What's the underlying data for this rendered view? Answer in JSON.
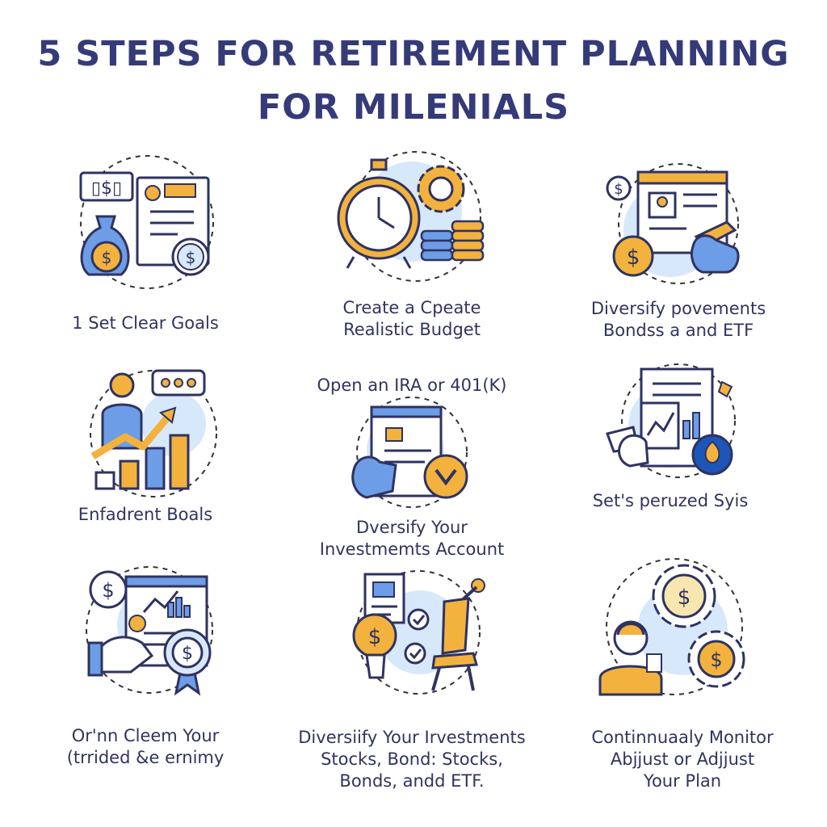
{
  "title_line1": "5 STEPS FOR RETIREMENT PLANNING",
  "title_line2": "FOR MILENIALS",
  "steps": [
    {
      "lines": [
        "1 Set Clear Goals"
      ],
      "icon": "money-bag-checklist-icon"
    },
    {
      "lines": [
        "Create a Cpeate",
        "Realistic Budget"
      ],
      "icon": "clock-gear-coins-icon"
    },
    {
      "lines": [
        "Diversify povements",
        "Bondss a and ETF"
      ],
      "icon": "document-hand-coin-icon"
    },
    {
      "lines": [
        "Enfadrent Boals"
      ],
      "icon": "person-growth-chart-icon"
    },
    {
      "heading": "Open an IRA  or 401(K)",
      "lines": [
        "Dversify Your",
        "Investmemts Account"
      ],
      "icon": "tablet-hand-badge-icon"
    },
    {
      "lines": [
        "Set's peruzed Syis"
      ],
      "icon": "report-hand-flame-icon"
    },
    {
      "lines": [
        "Or'nn Cleem Your",
        "(trrided &e ernimy"
      ],
      "icon": "hand-certificate-award-icon"
    },
    {
      "lines": [
        "Diversiify Your Irvestments",
        "Stocks, Bond: Stocks,",
        "Bonds, andd ETF."
      ],
      "icon": "coin-clipboard-robot-arm-icon"
    },
    {
      "lines": [
        "Continnuaaly Monitor",
        "Abjjust or Adjjust",
        "Your Plan"
      ],
      "icon": "person-gears-coin-icon"
    }
  ],
  "colors": {
    "navy": "#353a78",
    "blue": "#6d9de6",
    "light_blue": "#d8e8fb",
    "orange": "#f3b23e",
    "outline": "#2e3361"
  }
}
